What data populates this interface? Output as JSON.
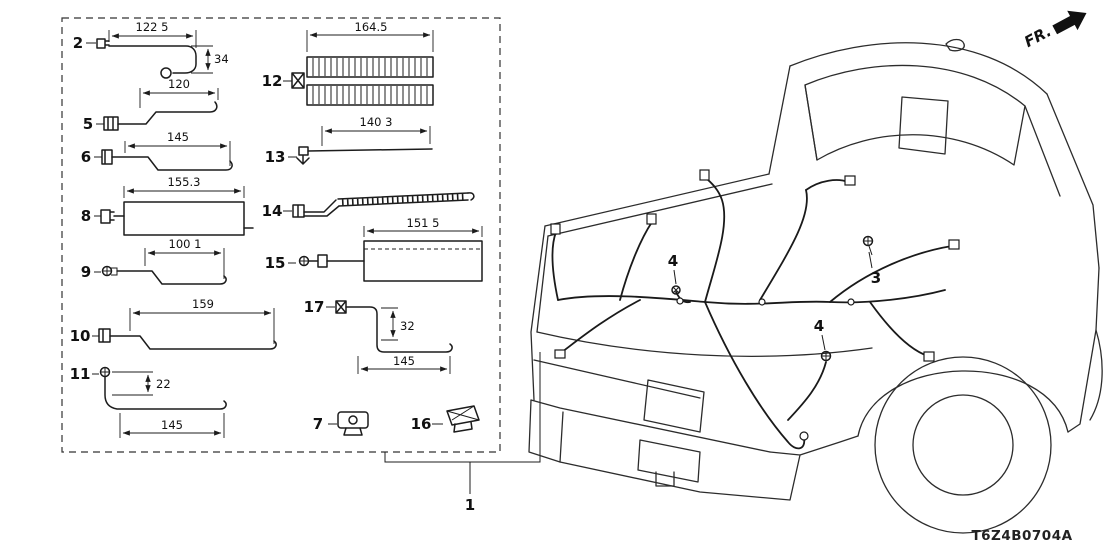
{
  "diagram": {
    "fr_label": "FR.",
    "part_code": "T6Z4B0704A"
  },
  "callouts": {
    "item1": "1",
    "item3": "3",
    "item4a": "4",
    "item4b": "4"
  },
  "parts": {
    "p2": {
      "num": "2",
      "dim_length": "122 5",
      "dim_height": "34"
    },
    "p5": {
      "num": "5",
      "dim_length": "120"
    },
    "p6": {
      "num": "6",
      "dim_length": "145"
    },
    "p8": {
      "num": "8",
      "dim_length": "155.3"
    },
    "p9": {
      "num": "9",
      "dim_length": "100 1"
    },
    "p10": {
      "num": "10",
      "dim_length": "159"
    },
    "p11": {
      "num": "11",
      "dim_height": "22",
      "dim_length": "145"
    },
    "p12": {
      "num": "12",
      "dim_length": "164.5"
    },
    "p13": {
      "num": "13",
      "dim_length": "140 3"
    },
    "p14": {
      "num": "14"
    },
    "p15": {
      "num": "15",
      "dim_length": "151 5"
    },
    "p16": {
      "num": "16"
    },
    "p17": {
      "num": "17",
      "dim_height": "32",
      "dim_length": "145"
    },
    "p7": {
      "num": "7"
    }
  }
}
